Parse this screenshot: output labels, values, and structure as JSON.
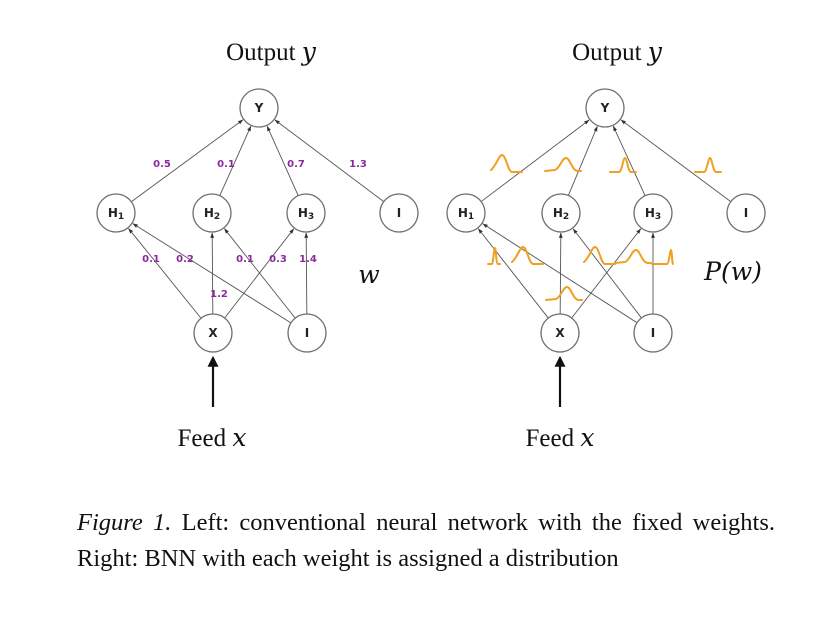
{
  "figure": {
    "left_panel": {
      "output_label": "Output",
      "output_var": "y",
      "input_label": "Feed",
      "input_var": "x",
      "weight_symbol": "w",
      "nodes": {
        "Y": {
          "label": "Y",
          "sub": ""
        },
        "H1": {
          "label": "H",
          "sub": "1"
        },
        "H2": {
          "label": "H",
          "sub": "2"
        },
        "H3": {
          "label": "H",
          "sub": "3"
        },
        "I_hidden": {
          "label": "I",
          "sub": ""
        },
        "X": {
          "label": "X",
          "sub": ""
        },
        "I_input": {
          "label": "I",
          "sub": ""
        }
      },
      "edges": [
        {
          "from": "H1",
          "to": "Y",
          "weight": "0.5"
        },
        {
          "from": "H2",
          "to": "Y",
          "weight": "0.1"
        },
        {
          "from": "H3",
          "to": "Y",
          "weight": "0.7"
        },
        {
          "from": "I_hidden",
          "to": "Y",
          "weight": "1.3"
        },
        {
          "from": "X",
          "to": "H1",
          "weight": "0.1"
        },
        {
          "from": "I_input",
          "to": "H1",
          "weight": "0.2"
        },
        {
          "from": "X",
          "to": "H2",
          "weight": "1.2"
        },
        {
          "from": "I_input",
          "to": "H2",
          "weight": "0.1"
        },
        {
          "from": "X",
          "to": "H3",
          "weight": "0.3"
        },
        {
          "from": "I_input",
          "to": "H3",
          "weight": "1.4"
        }
      ]
    },
    "right_panel": {
      "output_label": "Output",
      "output_var": "y",
      "input_label": "Feed",
      "input_var": "x",
      "weight_symbol": "P(w)",
      "nodes": {
        "Y": {
          "label": "Y",
          "sub": ""
        },
        "H1": {
          "label": "H",
          "sub": "1"
        },
        "H2": {
          "label": "H",
          "sub": "2"
        },
        "H3": {
          "label": "H",
          "sub": "3"
        },
        "I_hidden": {
          "label": "I",
          "sub": ""
        },
        "X": {
          "label": "X",
          "sub": ""
        },
        "I_input": {
          "label": "I",
          "sub": ""
        }
      },
      "edges": [
        {
          "from": "H1",
          "to": "Y",
          "distribution": "peak-left"
        },
        {
          "from": "H2",
          "to": "Y",
          "distribution": "wide-bell"
        },
        {
          "from": "H3",
          "to": "Y",
          "distribution": "narrow-bell"
        },
        {
          "from": "I_hidden",
          "to": "Y",
          "distribution": "narrow-bell"
        },
        {
          "from": "X",
          "to": "H1",
          "distribution": "spike"
        },
        {
          "from": "I_input",
          "to": "H1",
          "distribution": "peak-left"
        },
        {
          "from": "X",
          "to": "H2",
          "distribution": "wide-bell"
        },
        {
          "from": "I_input",
          "to": "H2",
          "distribution": "peak-left"
        },
        {
          "from": "X",
          "to": "H3",
          "distribution": "wide-bell"
        },
        {
          "from": "I_input",
          "to": "H3",
          "distribution": "spike-right"
        }
      ]
    },
    "colors": {
      "weight_label": "#8b2a9c",
      "distribution": "#f0a020",
      "node_stroke": "#6e6e6e",
      "edge": "#555555"
    }
  },
  "caption": {
    "label": "Figure 1.",
    "text": " Left: conventional neural network with the fixed weights. Right: BNN with each weight is assigned a distribution"
  }
}
